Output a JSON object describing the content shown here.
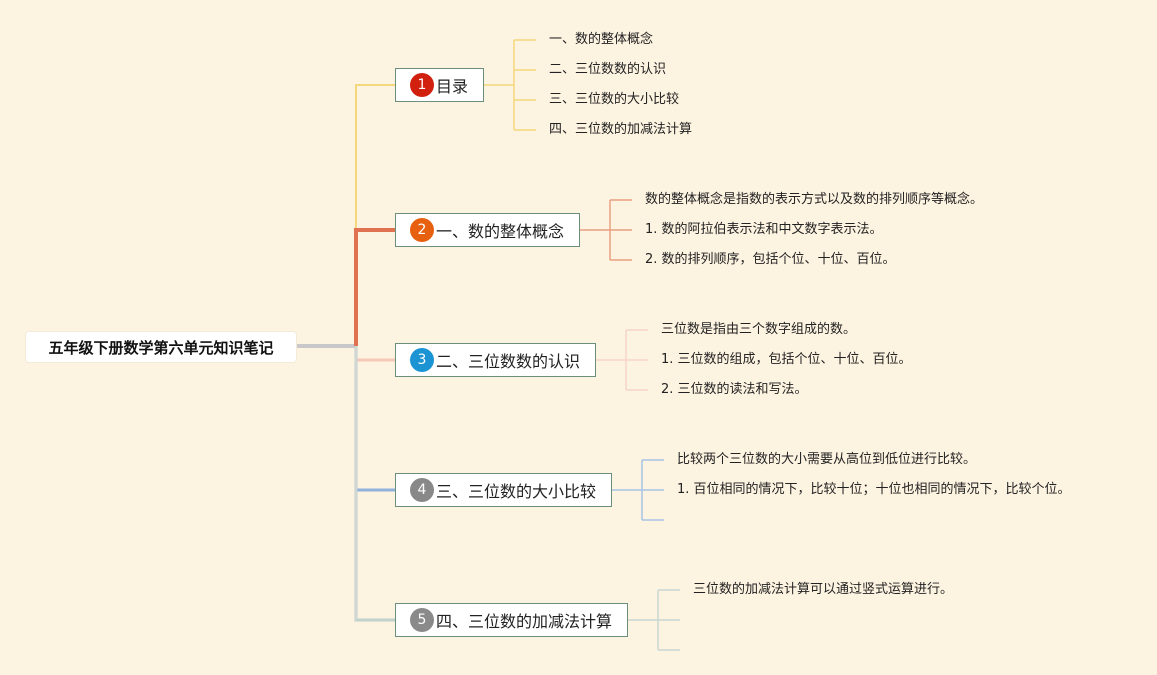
{
  "root": {
    "title": "五年级下册数学第六单元知识笔记"
  },
  "topics": [
    {
      "badge": "1",
      "badge_color": "#d2200f",
      "branch_color": "#f5d77c",
      "label": "目录",
      "children": [
        "一、数的整体概念",
        "二、三位数数的认识",
        "三、三位数的大小比较",
        "四、三位数的加减法计算"
      ]
    },
    {
      "badge": "2",
      "badge_color": "#e6600f",
      "branch_color": "#e07252",
      "label": "一、数的整体概念",
      "children": [
        "数的整体概念是指数的表示方式以及数的排列顺序等概念。",
        "1. 数的阿拉伯表示法和中文数字表示法。",
        "2. 数的排列顺序，包括个位、十位、百位。"
      ]
    },
    {
      "badge": "3",
      "badge_color": "#1c93d3",
      "branch_color": "#f6c7b6",
      "label": "二、三位数数的认识",
      "children": [
        "三位数是指由三个数字组成的数。",
        "1. 三位数的组成，包括个位、十位、百位。",
        "2. 三位数的读法和写法。"
      ]
    },
    {
      "badge": "4",
      "badge_color": "#888888",
      "branch_color": "#8fb1dc",
      "label": "三、三位数的大小比较",
      "children": [
        "比较两个三位数的大小需要从高位到低位进行比较。",
        "1. 百位相同的情况下，比较十位；十位也相同的情况下，比较个位。",
        ""
      ]
    },
    {
      "badge": "5",
      "badge_color": "#8a8a8a",
      "branch_color": "#bfd2cc",
      "label": "四、三位数的加减法计算",
      "children": [
        "三位数的加减法计算可以通过竖式运算进行。",
        "",
        ""
      ]
    }
  ]
}
